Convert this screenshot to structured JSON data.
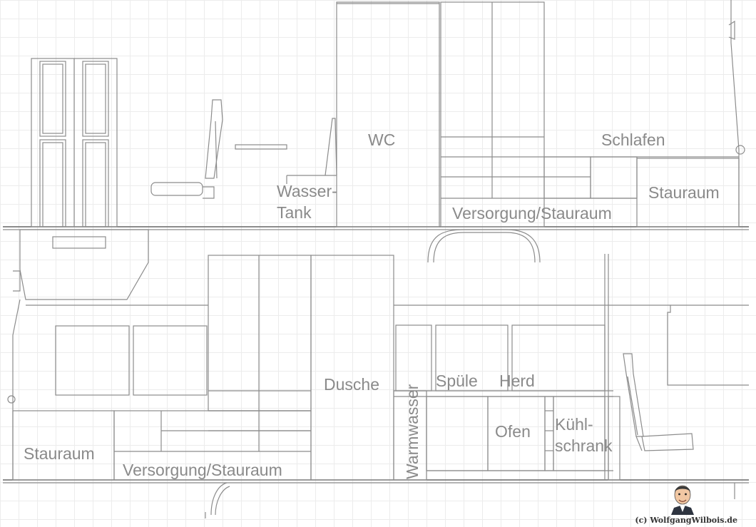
{
  "labels": {
    "wc": "WC",
    "schlafen": "Schlafen",
    "wasser_tank_1": "Wasser-",
    "wasser_tank_2": "Tank",
    "stauraum_top": "Stauraum",
    "versorgung_top": "Versorgung/Stauraum",
    "dusche": "Dusche",
    "warmwasser": "Warmwasser",
    "spuele": "Spüle",
    "herd": "Herd",
    "ofen": "Ofen",
    "kuehl_1": "Kühl-",
    "kuehl_2": "schrank",
    "stauraum_bottom": "Stauraum",
    "versorgung_bottom": "Versorgung/Stauraum"
  },
  "credit": "(c) WolfgangWilbois.de",
  "colors": {
    "line": "#8c8c8c",
    "label": "#8a8a8a",
    "grid": "#ececec"
  }
}
